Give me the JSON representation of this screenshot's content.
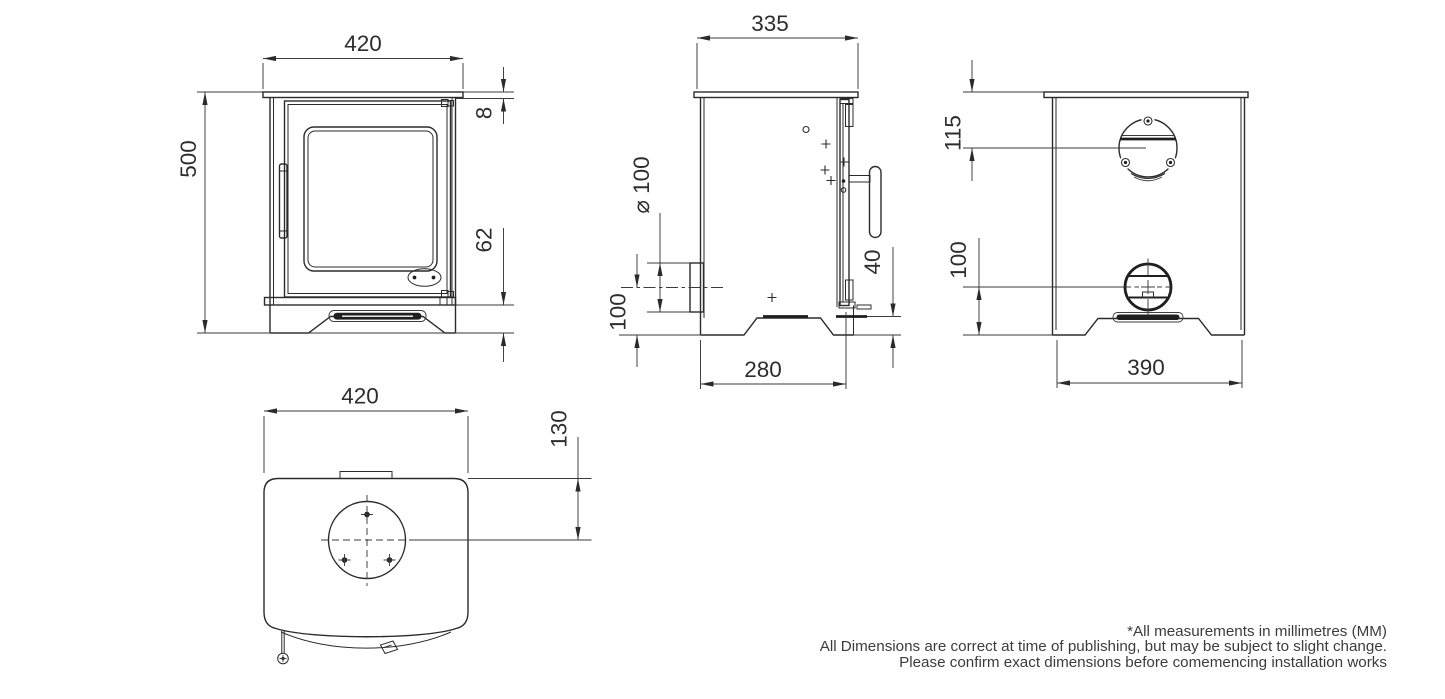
{
  "drawing": {
    "type": "stove-dimension-drawing",
    "units": "MM",
    "front": {
      "width": "420",
      "height": "500",
      "top_plate_thickness": "8",
      "plinth_height": "62"
    },
    "side": {
      "depth": "335",
      "flue_diameter": "⌀ 100",
      "flue_centre_height": "100",
      "plinth_height": "40",
      "base_depth": "280"
    },
    "rear": {
      "flue_centre_from_top": "115",
      "air_inlet_centre_height": "100",
      "base_width": "390"
    },
    "top": {
      "width": "420",
      "flue_centre_from_rear": "130"
    },
    "notes": {
      "line1": "*All measurements in millimetres (MM)",
      "line2": "All Dimensions are correct at time of publishing, but may be subject to slight change.",
      "line3": "Please confirm exact dimensions before comemencing installation works"
    }
  }
}
